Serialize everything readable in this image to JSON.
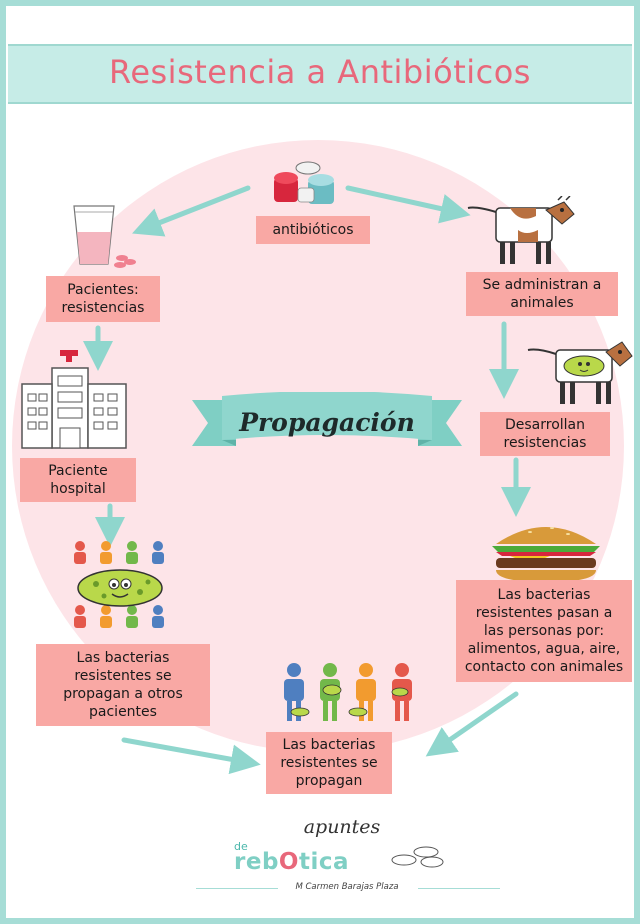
{
  "title": "Resistencia a Antibióticos",
  "center_label": "Propagación",
  "nodes": {
    "antibioticos": "antibióticos",
    "pacientes_resistencias": "Pacientes:\nresistencias",
    "paciente_hospital": "Paciente\nhospital",
    "bacterias_propagan_pacientes": "Las bacterias\nresistentes se\npropagan a otros\npacientes",
    "administran_animales": "Se administran a\nanimales",
    "desarrollan_resistencias": "Desarrollan\nresistencias",
    "bacterias_personas": "Las bacterias\nresistentes  pasan a\nlas personas por:\nalimentos, agua, aire,\ncontacto con animales",
    "bacterias_propagan": "Las bacterias\nresistentes se\npropagan"
  },
  "logo": {
    "apuntes": "apuntes",
    "de": "de",
    "reb": "reb",
    "o": "O",
    "tica": "tica",
    "author": "M Carmen Barajas Plaza"
  },
  "colors": {
    "teal": "#8fd6cd",
    "pink_box": "#f9a8a4",
    "title_pink": "#e8687b",
    "circle": "#fde4e8"
  },
  "icons": [
    "pills-icon",
    "cow-icon",
    "sick-cow-icon",
    "glass-icon",
    "hospital-icon",
    "people-bacteria-icon",
    "hamburger-icon",
    "people-icon",
    "logo-pills-icon"
  ]
}
